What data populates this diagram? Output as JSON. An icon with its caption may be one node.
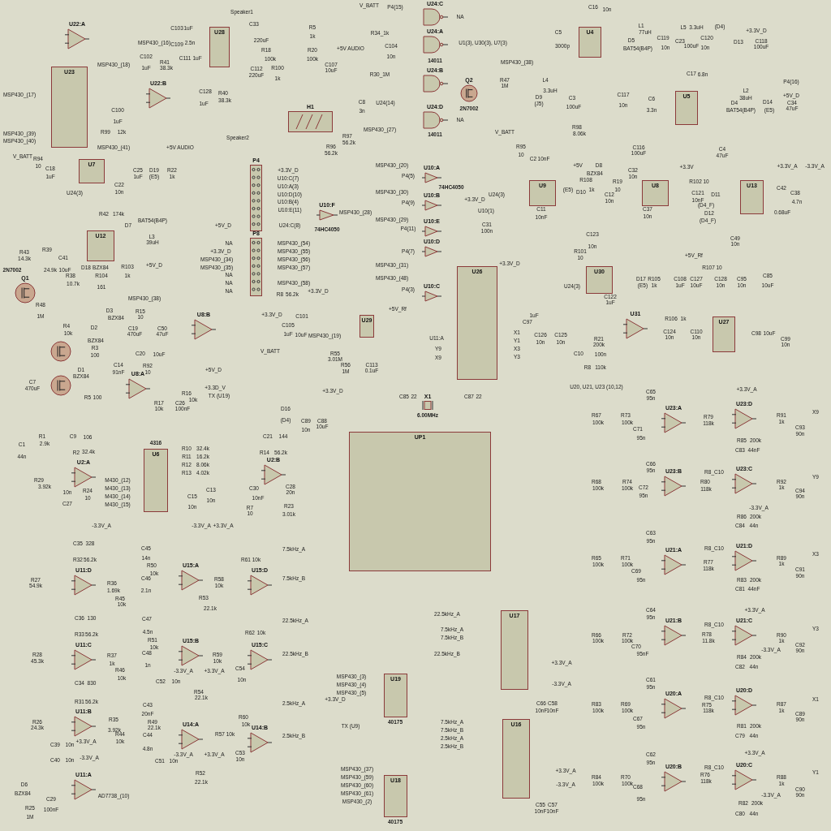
{
  "diagram": {
    "nodes": [
      {
        "text": [
          "U22:A"
        ]
      },
      {
        "text": [
          "U28"
        ]
      },
      {
        "text": [
          "U23"
        ]
      },
      {
        "text": [
          "U22:B"
        ]
      },
      {
        "text": [
          "H1"
        ]
      },
      {
        "text": [
          "U7"
        ]
      },
      {
        "text": [
          "U12"
        ]
      },
      {
        "text": [
          "Q1"
        ],
        "beside": [
          "2N7002"
        ]
      },
      {
        "text": [
          "U8:B"
        ]
      },
      {
        "text": [
          "U8:A"
        ]
      },
      {
        "text": [
          "P4"
        ]
      },
      {
        "text": [
          "P8"
        ]
      },
      {
        "text": [
          "U10:F"
        ],
        "beside": [
          "74HC4050"
        ]
      },
      {
        "text": [
          "U24:C"
        ]
      },
      {
        "text": [
          "U24:A"
        ],
        "beside": [
          "14011"
        ]
      },
      {
        "text": [
          "U24:B"
        ]
      },
      {
        "text": [
          "Q2"
        ],
        "beside": [
          "2N7002"
        ]
      },
      {
        "text": [
          "U24:D"
        ],
        "beside": [
          "14011"
        ]
      },
      {
        "text": [
          "U4"
        ]
      },
      {
        "text": [
          "U5"
        ]
      },
      {
        "text": [
          "U9"
        ]
      },
      {
        "text": [
          "U8"
        ]
      },
      {
        "text": [
          "U13"
        ]
      },
      {
        "text": [
          "U30"
        ]
      },
      {
        "text": [
          "U31"
        ]
      },
      {
        "text": [
          "U27"
        ]
      },
      {
        "text": [
          "U26"
        ]
      },
      {
        "text": [
          "U29"
        ]
      },
      {
        "text": [
          "U10:A"
        ],
        "beside": [
          "74HC4050"
        ]
      },
      {
        "text": [
          "U10:B"
        ]
      },
      {
        "text": [
          "U10:E"
        ]
      },
      {
        "text": [
          "U10:D"
        ]
      },
      {
        "text": [
          "U10:C"
        ]
      },
      {
        "text": [
          "X1"
        ],
        "beside": [
          "6.00MHz"
        ]
      },
      {
        "text": [
          "UP1"
        ]
      },
      {
        "text": [
          "U6"
        ],
        "beside": [
          "4316"
        ]
      },
      {
        "text": [
          "U2:A"
        ]
      },
      {
        "text": [
          "U2:B"
        ]
      },
      {
        "text": [
          "U11:D"
        ]
      },
      {
        "text": [
          "U15:A"
        ]
      },
      {
        "text": [
          "U15:D"
        ]
      },
      {
        "text": [
          "U11:C"
        ]
      },
      {
        "text": [
          "U15:B"
        ]
      },
      {
        "text": [
          "U15:C"
        ]
      },
      {
        "text": [
          "U11:B"
        ]
      },
      {
        "text": [
          "U14:A"
        ]
      },
      {
        "text": [
          "U14:B"
        ]
      },
      {
        "text": [
          "U11:A"
        ]
      },
      {
        "text": [
          "U17"
        ]
      },
      {
        "text": [
          "U16"
        ]
      },
      {
        "text": [
          "U19"
        ],
        "beside": [
          "40175"
        ]
      },
      {
        "text": [
          "U18"
        ],
        "beside": [
          "40175"
        ]
      },
      {
        "text": [
          "U23:A"
        ]
      },
      {
        "text": [
          "U23:D"
        ]
      },
      {
        "text": [
          "U23:B"
        ]
      },
      {
        "text": [
          "U23:C"
        ]
      },
      {
        "text": [
          "U21:A"
        ]
      },
      {
        "text": [
          "U21:D"
        ]
      },
      {
        "text": [
          "U21:B"
        ]
      },
      {
        "text": [
          "U21:C"
        ]
      },
      {
        "text": [
          "U20:A"
        ]
      },
      {
        "text": [
          "U20:D"
        ]
      },
      {
        "text": [
          "U20:B"
        ]
      },
      {
        "text": [
          "U20:C"
        ]
      },
      {
        "text": [],
        "shape": "circle"
      },
      {
        "text": [],
        "shape": "circle"
      }
    ],
    "labels": [
      "Speaker1",
      "C103",
      "1uF",
      "C109",
      "2.5n",
      "C102",
      "1uF",
      "R41",
      "38.3k",
      "C111",
      "1uF",
      "C33",
      "220uF",
      "R5",
      "1k",
      "MSP430_(16)",
      "R18",
      "100k",
      "R20",
      "100k",
      "+5V AUDIO",
      "C107",
      "10uF",
      "C112",
      "220uF",
      "R100",
      "1k",
      "MSP430_(18)",
      "MSP430_(17)",
      "C128",
      "1uF",
      "R40",
      "38.3k",
      "C100",
      "1uF",
      "MSP430_(39)",
      "MSP430_(40)",
      "R99",
      "12k",
      "MSP430_(41)",
      "Speaker2",
      "R97",
      "56.2k",
      "R96",
      "56.2k",
      "MSP430_(27)",
      "+5V AUDIO",
      "V_BATT",
      "R94",
      "10",
      "C18",
      "1uF",
      "U24(3)",
      "C25",
      "1uF",
      "D19",
      "(E5)",
      "R22",
      "1k",
      "C22",
      "10n",
      "R42",
      "174k",
      "D7",
      "BAT54(B4P)",
      "L3",
      "39uH",
      "R43",
      "14.3k",
      "R39",
      "24.9k",
      "C41",
      "10uF",
      "D18",
      "BZX84",
      "R103",
      "1k",
      "+5V_D",
      "R38",
      "10.7k",
      "R104",
      "161",
      "R48",
      "1M",
      "MSP430_(38)",
      "D3",
      "BZX84",
      "R15",
      "10",
      "R4",
      "10k",
      "D2",
      "BZX84",
      "C19",
      "470uF",
      "C50",
      "47uF",
      "R3",
      "100",
      "C14",
      "91nF",
      "D1",
      "BZX84",
      "C7",
      "470uF",
      "R5",
      "100",
      "C20",
      "10uF",
      "R92",
      "10",
      "+5V_D",
      "+3.3D_V",
      "R16",
      "10k",
      "TX (U19)",
      "R17",
      "10k",
      "C26",
      "100nF",
      "+3.3V_D",
      "U10:C(7)",
      "U10:A(3)",
      "U10:D(10)",
      "U10:B(4)",
      "U10:E(11)",
      "MSP430_(28)",
      "+5V_D",
      "U24:C(8)",
      "NA",
      "MSP430_(54)",
      "+3.3V_D",
      "MSP430_(55)",
      "MSP430_(34)",
      "MSP430_(56)",
      "MSP430_(35)",
      "MSP430_(57)",
      "NA",
      "NA",
      "MSP430_(58)",
      "NA",
      "R8",
      "56.2k",
      "+3.3V_D",
      "+3.3V_D",
      "C101",
      "C105",
      "1uF",
      "10uF",
      "MSP430_(19)",
      "+5V_Rf",
      "V_BATT",
      "R55",
      "3.01M",
      "R56",
      "1M",
      "C113",
      "0.1uF",
      "+3.3V_D",
      "V_BATT",
      "P4(15)",
      "NA",
      "R34_1k",
      "C104",
      "10n",
      "U1(3), U30(3), U7(3)",
      "R30_1M",
      "MSP430_(38)",
      "R47",
      "1M",
      "C8",
      "3n",
      "U24(14)",
      "NA",
      "C16",
      "10n",
      "C5",
      "3000p",
      "L1",
      "77uH",
      "L5",
      "3.3uH",
      "(D4)",
      "+3.3V_D",
      "D5",
      "BAT54(B4P)",
      "C119",
      "10n",
      "C23",
      "100uF",
      "C120",
      "10n",
      "D13",
      "C118",
      "100uF",
      "C17",
      "6.8n",
      "C6",
      "3.3n",
      "L2",
      "38uH",
      "P4(16)",
      "+5V_D",
      "D4",
      "BAT54(B4P)",
      "D14",
      "(E5)",
      "C34",
      "47uF",
      "L4",
      "3.3uH",
      "D9",
      "(J5)",
      "C3",
      "100uF",
      "C117",
      "10n",
      "R98",
      "8.06k",
      "V_BATT",
      "R95",
      "10",
      "C116",
      "100uF",
      "C4",
      "47uF",
      "C2",
      "10nF",
      "+5V",
      "D8",
      "BZX84",
      "C32",
      "10n",
      "+3.3V",
      "+3.3V_A",
      "-3.3V_A",
      "R108",
      "1k",
      "R19",
      "10",
      "R102",
      "10",
      "D11",
      "(D4_F)",
      "D12",
      "(D4_F)",
      "U24(3)",
      "(E5)",
      "D10",
      "C12",
      "10n",
      "C121",
      "10nF",
      "C11",
      "10nF",
      "C37",
      "10n",
      "C42",
      "0.68uF",
      "C38",
      "4.7n",
      "C49",
      "10n",
      "C123",
      "10n",
      "R101",
      "10",
      "+5V_Rf",
      "R107",
      "10",
      "D17",
      "(E5)",
      "R105",
      "1k",
      "C108",
      "1uF",
      "C127",
      "10uF",
      "C128",
      "10n",
      "C95",
      "10n",
      "C85",
      "10uF",
      "U24(3)",
      "C122",
      "1uF",
      "+3.3V_D",
      "C31",
      "100n",
      "U10(1)",
      "+3.3V_D",
      "MSP430_(20)",
      "P4(5)",
      "MSP430_(30)",
      "P4(9)",
      "MSP430_(29)",
      "P4(11)",
      "P4(7)",
      "MSP430_(31)",
      "MSP430_(48)",
      "P4(3)",
      "C97",
      "1uF",
      "C126",
      "10n",
      "C125",
      "10n",
      "R106",
      "1k",
      "C124",
      "10n",
      "C110",
      "10n",
      "C98",
      "10uF",
      "C99",
      "10n",
      "R21",
      "200k",
      "C10",
      "100n",
      "R8",
      "110k",
      "U20, U21, U23 (10,12)",
      "X1",
      "Y1",
      "X3",
      "Y3",
      "U11:A",
      "Y9",
      "X9",
      "C85",
      "22",
      "C87",
      "22",
      "+3.3V_A",
      "D16",
      "(D4)",
      "C89",
      "10n",
      "C88",
      "10uF",
      "C1",
      "44n",
      "R1",
      "2.9k",
      "C9",
      "106",
      "R2",
      "32.4k",
      "R10",
      "32.4k",
      "R11",
      "16.2k",
      "R12",
      "8.06k",
      "R13",
      "4.02k",
      "C21",
      "144",
      "R14",
      "56.2k",
      "R29",
      "3.92k",
      "C27",
      "10n",
      "R24",
      "10",
      "-3.3V_A",
      "M430_(12)",
      "M430_(13)",
      "M430_(14)",
      "M430_(15)",
      "C15",
      "10n",
      "C13",
      "10n",
      "-3.3V_A",
      "+3.3V_A",
      "C30",
      "10nF",
      "R7",
      "10",
      "C28",
      "20n",
      "R23",
      "3.01k",
      "C35",
      "328",
      "R32",
      "56.2k",
      "R27",
      "54.9k",
      "R36",
      "1.69k",
      "R45",
      "10k",
      "C45",
      "14n",
      "R50",
      "10k",
      "C46",
      "2.1n",
      "R58",
      "10k",
      "R61",
      "10k",
      "R53",
      "22.1k",
      "7.5kHz_A",
      "7.5kHz_B",
      "C36",
      "130",
      "R33",
      "56.2k",
      "R28",
      "45.3k",
      "R37",
      "1k",
      "R46",
      "10k",
      "C47",
      "4.5n",
      "R51",
      "10k",
      "C48",
      "1n",
      "R59",
      "10k",
      "R62",
      "10k",
      "C54",
      "10n",
      "C52",
      "10n",
      "R54",
      "22.1k",
      "22.5kHz_A",
      "22.5kHz_B",
      "-3.3V_A",
      "+3.3V_A",
      "C34",
      "830",
      "R31",
      "56.2k",
      "R26",
      "24.3k",
      "R35",
      "3.92k",
      "R44",
      "10k",
      "C43",
      "20nF",
      "R49",
      "22.1k",
      "C44",
      "4.8n",
      "R57",
      "10k",
      "R60",
      "10k",
      "C53",
      "10n",
      "C51",
      "10n",
      "R52",
      "22.1k",
      "2.5kHz_A",
      "2.5kHz_B",
      "-3.3V_A",
      "+3.3V_A",
      "C39",
      "10n",
      "+3.3V_A",
      "C40",
      "10n",
      "-3.3V_A",
      "D6",
      "BZX84",
      "R25",
      "1M",
      "C29",
      "100nF",
      "AD7738_(10)",
      "22.5kHz_A",
      "7.5kHz_A",
      "7.5kHz_B",
      "22.5kHz_B",
      "+3.3V_A",
      "-3.3V_A",
      "C66",
      "10nF",
      "C58",
      "10nF",
      "MSP430_(3)",
      "MSP430_(4)",
      "MSP430_(5)",
      "+3.3V_D",
      "TX (U9)",
      "7.5kHz_A",
      "7.5kHz_B",
      "2.5kHz_A",
      "2.5kHz_B",
      "+3.3V_A",
      "-3.3V_A",
      "C55",
      "10nF",
      "C57",
      "10nF",
      "MSP430_(37)",
      "MSP430_(59)",
      "MSP430_(60)",
      "MSP430_(61)",
      "MSP430_(2)",
      "C65",
      "95n",
      "R67",
      "100k",
      "R73",
      "100k",
      "C71",
      "95n",
      "R79",
      "118k",
      "R91",
      "1k",
      "X9",
      "C93",
      "90n",
      "R85",
      "200k",
      "C83",
      "44nF",
      "C66",
      "95n",
      "R68",
      "100k",
      "R74",
      "100k",
      "C72",
      "95n",
      "R8_C10",
      "R80",
      "118k",
      "R92",
      "1k",
      "Y9",
      "C94",
      "90n",
      "-3.3V_A",
      "R86",
      "200k",
      "C84",
      "44n",
      "C63",
      "95n",
      "R65",
      "100k",
      "R71",
      "100k",
      "C69",
      "95n",
      "R8_C10",
      "R77",
      "118k",
      "R89",
      "1k",
      "X3",
      "C91",
      "90n",
      "R83",
      "200k",
      "C81",
      "44nF",
      "C64",
      "95n",
      "R66",
      "100k",
      "R72",
      "100k",
      "C70",
      "95nF",
      "+3.3V_A",
      "R8_C10",
      "R78",
      "11.8k",
      "R90",
      "1k",
      "Y3",
      "C92",
      "90n",
      "-3.3V_A",
      "R84",
      "200k",
      "C82",
      "44n",
      "C61",
      "95n",
      "R83",
      "100k",
      "R69",
      "100k",
      "C67",
      "95n",
      "R8_C10",
      "R75",
      "118k",
      "R87",
      "1k",
      "X1",
      "C89",
      "90n",
      "R81",
      "200k",
      "C79",
      "44n",
      "C62",
      "95n",
      "R84",
      "100k",
      "R70",
      "100k",
      "C68",
      "95n",
      "+3.3V_A",
      "R8_C10",
      "R76",
      "118k",
      "-3.3V_A",
      "R88",
      "1k",
      "Y1",
      "C90",
      "90n",
      "R82",
      "200k",
      "C80",
      "44n"
    ]
  }
}
